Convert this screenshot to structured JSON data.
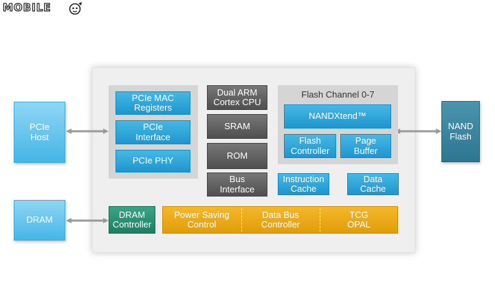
{
  "watermark": {
    "text": "MOBILE"
  },
  "host_side": {
    "pcie_host": "PCIe\nHost",
    "dram": "DRAM"
  },
  "nand_side": {
    "nand_flash": "NAND\nFlash"
  },
  "pcie_block": {
    "mac_registers": "PCIe MAC\nRegisters",
    "interface": "PCIe\nInterface",
    "phy": "PCIe PHY"
  },
  "cpu_column": {
    "cpu": "Dual ARM\nCortex CPU",
    "sram": "SRAM",
    "rom": "ROM",
    "bus_interface": "Bus\nInterface"
  },
  "flash_channel": {
    "title": "Flash Channel 0-7",
    "nandxtend": "NANDXtend™",
    "flash_controller": "Flash\nController",
    "page_buffer": "Page\nBuffer"
  },
  "caches": {
    "instruction_cache": "Instruction\nCache",
    "data_cache": "Data\nCache"
  },
  "bottom_row": {
    "dram_controller": "DRAM\nController",
    "power_saving": "Power Saving\nControl",
    "data_bus": "Data Bus\nController",
    "tcg_opal": "TCG\nOPAL"
  },
  "colors": {
    "chip_bg": "#efefef",
    "panel_gray": "#d5d5d5",
    "blue": "#1e95cf",
    "light_blue": "#45b6e6",
    "teal": "#2d7691",
    "dark_gray": "#555555",
    "green": "#1e7f62",
    "orange": "#e8a50f",
    "arrow": "#9a9a9a"
  }
}
